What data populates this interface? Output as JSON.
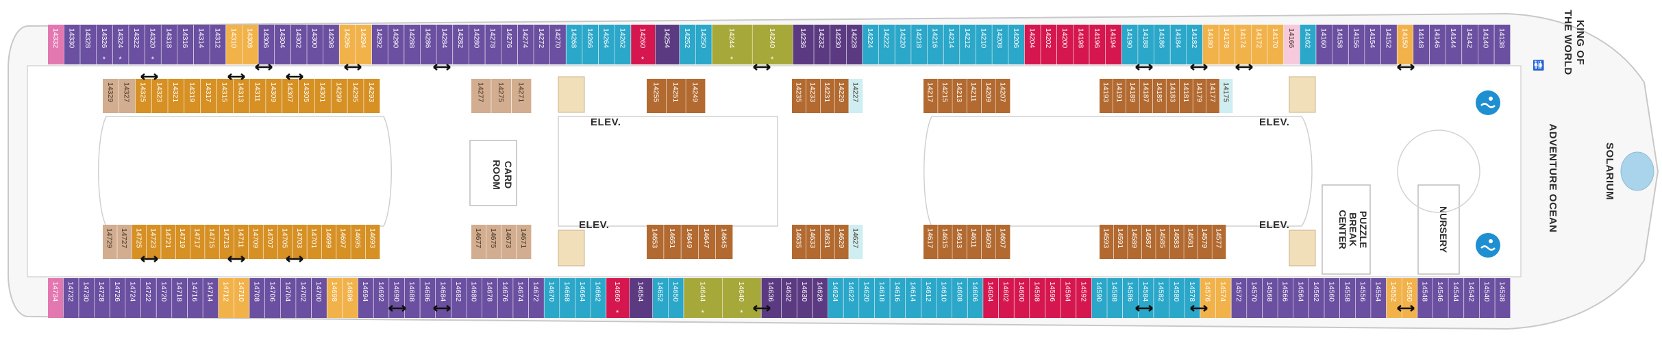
{
  "colors": {
    "purple": "#6b4fa0",
    "dark_purple": "#5b3a82",
    "teal": "#2aa7c9",
    "light_teal": "#cfeef2",
    "gold": "#f2b24a",
    "olive": "#a7a83a",
    "red": "#d6164e",
    "pink": "#e377b0",
    "light_pink": "#f7c9dc",
    "tan": "#d2ad8f",
    "orange": "#d69023",
    "brown": "#b26a30",
    "hull": "#f4f4f4",
    "outline": "#c8c8c8"
  },
  "labels": {
    "card_room": [
      "CARD",
      "ROOM"
    ],
    "elev": "ELEV.",
    "puzzle": [
      "PUZZLE",
      "BREAK",
      "CENTER"
    ],
    "nursery": "NURSERY",
    "adventure_ocean": "ADVENTURE OCEAN",
    "solarium": "SOLARIUM",
    "king_of_the_world": [
      "KING OF",
      "THE WORLD"
    ]
  },
  "legend_icons": {
    "star": "star-icon",
    "accessible": "wheelchair-icon",
    "connecting": "double-arrow-icon",
    "sofa": "sofa-bed-icon",
    "pool": "pool-icon",
    "hearing": "hearing-icon"
  },
  "rows": {
    "top_outer": [
      {
        "n": "14332",
        "c": "pink",
        "w": 1
      },
      {
        "n": "14330",
        "c": "purple"
      },
      {
        "n": "14328",
        "c": "purple"
      },
      {
        "n": "14326",
        "c": "purple",
        "s": true
      },
      {
        "n": "14324",
        "c": "purple",
        "s": true
      },
      {
        "n": "14322",
        "c": "purple"
      },
      {
        "n": "14320",
        "c": "purple",
        "s": true
      },
      {
        "n": "14318",
        "c": "purple"
      },
      {
        "n": "14316",
        "c": "purple"
      },
      {
        "n": "14314",
        "c": "purple"
      },
      {
        "n": "14312",
        "c": "purple"
      },
      {
        "n": "14310",
        "c": "gold"
      },
      {
        "n": "14308",
        "c": "gold"
      },
      {
        "n": "14306",
        "c": "purple"
      },
      {
        "n": "14304",
        "c": "purple"
      },
      {
        "n": "14302",
        "c": "purple"
      },
      {
        "n": "14300",
        "c": "purple"
      },
      {
        "n": "14298",
        "c": "purple"
      },
      {
        "n": "14296",
        "c": "gold"
      },
      {
        "n": "14294",
        "c": "gold"
      },
      {
        "n": "14292",
        "c": "purple"
      },
      {
        "n": "14290",
        "c": "purple"
      },
      {
        "n": "14288",
        "c": "purple"
      },
      {
        "n": "14286",
        "c": "purple"
      },
      {
        "n": "14284",
        "c": "purple"
      },
      {
        "n": "14282",
        "c": "purple"
      },
      {
        "n": "14280",
        "c": "purple"
      },
      {
        "n": "14278",
        "c": "purple"
      },
      {
        "n": "14276",
        "c": "purple"
      },
      {
        "n": "14274",
        "c": "purple"
      },
      {
        "n": "14272",
        "c": "purple"
      },
      {
        "n": "14270",
        "c": "purple"
      },
      {
        "n": "14268",
        "c": "teal"
      },
      {
        "n": "14266",
        "c": "teal"
      },
      {
        "n": "14264",
        "c": "teal"
      },
      {
        "n": "14262",
        "c": "teal"
      },
      {
        "n": "14260",
        "c": "red",
        "w": 1.5,
        "s": true
      },
      {
        "n": "14254",
        "c": "dark_purple",
        "w": 1.5
      },
      {
        "n": "14252",
        "c": "teal"
      },
      {
        "n": "14250",
        "c": "teal"
      },
      {
        "n": "14244",
        "c": "olive",
        "w": 2.5,
        "s": true
      },
      {
        "n": "14240",
        "c": "olive",
        "w": 2.5,
        "s": true
      },
      {
        "n": "14236",
        "c": "dark_purple",
        "w": 1.3
      },
      {
        "n": "14232",
        "c": "dark_purple"
      },
      {
        "n": "14230",
        "c": "dark_purple"
      },
      {
        "n": "14228",
        "c": "dark_purple"
      },
      {
        "n": "14224",
        "c": "teal"
      },
      {
        "n": "14222",
        "c": "teal"
      },
      {
        "n": "14220",
        "c": "teal"
      },
      {
        "n": "14218",
        "c": "teal"
      },
      {
        "n": "14216",
        "c": "teal"
      },
      {
        "n": "14214",
        "c": "teal"
      },
      {
        "n": "14212",
        "c": "teal"
      },
      {
        "n": "14210",
        "c": "teal"
      },
      {
        "n": "14208",
        "c": "teal"
      },
      {
        "n": "14206",
        "c": "teal"
      },
      {
        "n": "14204",
        "c": "red"
      },
      {
        "n": "14202",
        "c": "red"
      },
      {
        "n": "14200",
        "c": "red"
      },
      {
        "n": "14198",
        "c": "red"
      },
      {
        "n": "14196",
        "c": "red"
      },
      {
        "n": "14194",
        "c": "red"
      },
      {
        "n": "14190",
        "c": "teal"
      },
      {
        "n": "14188",
        "c": "teal"
      },
      {
        "n": "14186",
        "c": "teal"
      },
      {
        "n": "14184",
        "c": "teal"
      },
      {
        "n": "14182",
        "c": "teal"
      },
      {
        "n": "14180",
        "c": "gold"
      },
      {
        "n": "14178",
        "c": "gold"
      },
      {
        "n": "14174",
        "c": "gold"
      },
      {
        "n": "14172",
        "c": "gold"
      },
      {
        "n": "14170",
        "c": "gold"
      },
      {
        "n": "14166",
        "c": "light_pink"
      },
      {
        "n": "14162",
        "c": "teal"
      },
      {
        "n": "14160",
        "c": "purple"
      },
      {
        "n": "14158",
        "c": "purple"
      },
      {
        "n": "14156",
        "c": "purple"
      },
      {
        "n": "14154",
        "c": "purple"
      },
      {
        "n": "14152",
        "c": "purple"
      },
      {
        "n": "14150",
        "c": "gold"
      },
      {
        "n": "14148",
        "c": "purple"
      },
      {
        "n": "14146",
        "c": "purple"
      },
      {
        "n": "14144",
        "c": "purple"
      },
      {
        "n": "14142",
        "c": "purple"
      },
      {
        "n": "14140",
        "c": "purple"
      },
      {
        "n": "14138",
        "c": "purple"
      }
    ],
    "bottom_outer": [
      {
        "n": "14734",
        "c": "pink",
        "w": 1
      },
      {
        "n": "14732",
        "c": "purple"
      },
      {
        "n": "14730",
        "c": "purple"
      },
      {
        "n": "14728",
        "c": "purple"
      },
      {
        "n": "14726",
        "c": "purple"
      },
      {
        "n": "14724",
        "c": "purple"
      },
      {
        "n": "14722",
        "c": "purple"
      },
      {
        "n": "14720",
        "c": "purple"
      },
      {
        "n": "14718",
        "c": "purple"
      },
      {
        "n": "14716",
        "c": "purple"
      },
      {
        "n": "14714",
        "c": "purple"
      },
      {
        "n": "14712",
        "c": "gold"
      },
      {
        "n": "14710",
        "c": "gold"
      },
      {
        "n": "14708",
        "c": "purple"
      },
      {
        "n": "14706",
        "c": "purple"
      },
      {
        "n": "14704",
        "c": "purple"
      },
      {
        "n": "14702",
        "c": "purple"
      },
      {
        "n": "14700",
        "c": "purple"
      },
      {
        "n": "14698",
        "c": "gold"
      },
      {
        "n": "14696",
        "c": "gold"
      },
      {
        "n": "14694",
        "c": "purple"
      },
      {
        "n": "14692",
        "c": "purple"
      },
      {
        "n": "14690",
        "c": "purple"
      },
      {
        "n": "14688",
        "c": "purple"
      },
      {
        "n": "14686",
        "c": "purple"
      },
      {
        "n": "14684",
        "c": "purple"
      },
      {
        "n": "14682",
        "c": "purple"
      },
      {
        "n": "14680",
        "c": "purple"
      },
      {
        "n": "14678",
        "c": "purple"
      },
      {
        "n": "14676",
        "c": "purple"
      },
      {
        "n": "14674",
        "c": "purple"
      },
      {
        "n": "14672",
        "c": "purple"
      },
      {
        "n": "14670",
        "c": "teal"
      },
      {
        "n": "14668",
        "c": "teal"
      },
      {
        "n": "14664",
        "c": "teal"
      },
      {
        "n": "14662",
        "c": "teal"
      },
      {
        "n": "14660",
        "c": "red",
        "w": 1.5,
        "s": true
      },
      {
        "n": "14654",
        "c": "dark_purple",
        "w": 1.5
      },
      {
        "n": "14652",
        "c": "teal"
      },
      {
        "n": "14650",
        "c": "teal"
      },
      {
        "n": "14644",
        "c": "olive",
        "w": 2.5,
        "s": true
      },
      {
        "n": "14640",
        "c": "olive",
        "w": 2.5,
        "s": true
      },
      {
        "n": "14636",
        "c": "dark_purple",
        "w": 1.3
      },
      {
        "n": "14632",
        "c": "dark_purple"
      },
      {
        "n": "14630",
        "c": "dark_purple"
      },
      {
        "n": "14626",
        "c": "dark_purple"
      },
      {
        "n": "14624",
        "c": "teal"
      },
      {
        "n": "14622",
        "c": "teal"
      },
      {
        "n": "14620",
        "c": "teal"
      },
      {
        "n": "14618",
        "c": "teal"
      },
      {
        "n": "14616",
        "c": "teal"
      },
      {
        "n": "14614",
        "c": "teal"
      },
      {
        "n": "14612",
        "c": "teal"
      },
      {
        "n": "14610",
        "c": "teal"
      },
      {
        "n": "14608",
        "c": "teal"
      },
      {
        "n": "14606",
        "c": "teal"
      },
      {
        "n": "14604",
        "c": "red"
      },
      {
        "n": "14602",
        "c": "red"
      },
      {
        "n": "14600",
        "c": "red"
      },
      {
        "n": "14598",
        "c": "red"
      },
      {
        "n": "14596",
        "c": "red"
      },
      {
        "n": "14594",
        "c": "red"
      },
      {
        "n": "14592",
        "c": "red"
      },
      {
        "n": "14590",
        "c": "teal"
      },
      {
        "n": "14588",
        "c": "teal"
      },
      {
        "n": "14586",
        "c": "teal"
      },
      {
        "n": "14584",
        "c": "teal"
      },
      {
        "n": "14582",
        "c": "teal"
      },
      {
        "n": "14580",
        "c": "teal"
      },
      {
        "n": "14578",
        "c": "teal"
      },
      {
        "n": "14576",
        "c": "gold"
      },
      {
        "n": "14574",
        "c": "gold"
      },
      {
        "n": "14572",
        "c": "purple"
      },
      {
        "n": "14570",
        "c": "purple"
      },
      {
        "n": "14568",
        "c": "purple"
      },
      {
        "n": "14566",
        "c": "purple"
      },
      {
        "n": "14564",
        "c": "purple"
      },
      {
        "n": "14562",
        "c": "purple"
      },
      {
        "n": "14560",
        "c": "purple"
      },
      {
        "n": "14558",
        "c": "purple"
      },
      {
        "n": "14556",
        "c": "purple"
      },
      {
        "n": "14554",
        "c": "purple"
      },
      {
        "n": "14552",
        "c": "gold"
      },
      {
        "n": "14550",
        "c": "gold"
      },
      {
        "n": "14548",
        "c": "purple"
      },
      {
        "n": "14546",
        "c": "purple"
      },
      {
        "n": "14544",
        "c": "purple"
      },
      {
        "n": "14542",
        "c": "purple"
      },
      {
        "n": "14540",
        "c": "purple"
      },
      {
        "n": "14538",
        "c": "purple"
      }
    ],
    "top_inner_a": [
      {
        "n": "14329",
        "c": "tan"
      },
      {
        "n": "14327",
        "c": "tan"
      },
      {
        "n": "14325",
        "c": "orange"
      },
      {
        "n": "14323",
        "c": "orange"
      },
      {
        "n": "14321",
        "c": "orange"
      },
      {
        "n": "14319",
        "c": "orange"
      },
      {
        "n": "14317",
        "c": "orange"
      },
      {
        "n": "14315",
        "c": "orange"
      },
      {
        "n": "14313",
        "c": "orange"
      },
      {
        "n": "14311",
        "c": "orange"
      },
      {
        "n": "14309",
        "c": "orange"
      },
      {
        "n": "14307",
        "c": "orange"
      },
      {
        "n": "14305",
        "c": "orange"
      },
      {
        "n": "14301",
        "c": "orange"
      },
      {
        "n": "14299",
        "c": "orange"
      },
      {
        "n": "14295",
        "c": "orange"
      },
      {
        "n": "14293",
        "c": "orange"
      }
    ],
    "top_inner_b": [
      {
        "n": "14277",
        "c": "tan"
      },
      {
        "n": "14275",
        "c": "tan"
      },
      {
        "n": "14271",
        "c": "tan"
      }
    ],
    "top_inner_c": [
      {
        "n": "14255",
        "c": "brown"
      },
      {
        "n": "14251",
        "c": "brown"
      },
      {
        "n": "14249",
        "c": "brown"
      }
    ],
    "top_inner_d": [
      {
        "n": "14235",
        "c": "brown"
      },
      {
        "n": "14233",
        "c": "brown"
      },
      {
        "n": "14231",
        "c": "brown"
      },
      {
        "n": "14229",
        "c": "brown"
      },
      {
        "n": "14227",
        "c": "light_teal"
      }
    ],
    "top_inner_e": [
      {
        "n": "14217",
        "c": "brown"
      },
      {
        "n": "14215",
        "c": "brown"
      },
      {
        "n": "14213",
        "c": "brown"
      },
      {
        "n": "14211",
        "c": "brown"
      },
      {
        "n": "14209",
        "c": "brown"
      },
      {
        "n": "14207",
        "c": "brown"
      }
    ],
    "top_inner_f": [
      {
        "n": "14193",
        "c": "brown"
      },
      {
        "n": "14191",
        "c": "brown"
      },
      {
        "n": "14189",
        "c": "brown"
      },
      {
        "n": "14187",
        "c": "brown"
      },
      {
        "n": "14185",
        "c": "brown"
      },
      {
        "n": "14183",
        "c": "brown"
      },
      {
        "n": "14181",
        "c": "brown"
      },
      {
        "n": "14179",
        "c": "brown"
      },
      {
        "n": "14177",
        "c": "brown"
      },
      {
        "n": "14175",
        "c": "light_teal"
      }
    ],
    "bottom_inner_a": [
      {
        "n": "14729",
        "c": "tan"
      },
      {
        "n": "14727",
        "c": "tan"
      },
      {
        "n": "14725",
        "c": "orange"
      },
      {
        "n": "14723",
        "c": "orange"
      },
      {
        "n": "14721",
        "c": "orange"
      },
      {
        "n": "14719",
        "c": "orange"
      },
      {
        "n": "14717",
        "c": "orange"
      },
      {
        "n": "14715",
        "c": "orange"
      },
      {
        "n": "14713",
        "c": "orange"
      },
      {
        "n": "14711",
        "c": "orange"
      },
      {
        "n": "14709",
        "c": "orange"
      },
      {
        "n": "14707",
        "c": "orange"
      },
      {
        "n": "14705",
        "c": "orange"
      },
      {
        "n": "14703",
        "c": "orange"
      },
      {
        "n": "14701",
        "c": "orange"
      },
      {
        "n": "14699",
        "c": "orange"
      },
      {
        "n": "14697",
        "c": "orange"
      },
      {
        "n": "14695",
        "c": "orange"
      },
      {
        "n": "14693",
        "c": "orange"
      }
    ],
    "bottom_inner_b": [
      {
        "n": "14677",
        "c": "tan"
      },
      {
        "n": "14675",
        "c": "tan"
      },
      {
        "n": "14673",
        "c": "tan"
      },
      {
        "n": "14671",
        "c": "tan"
      }
    ],
    "bottom_inner_c": [
      {
        "n": "14653",
        "c": "brown"
      },
      {
        "n": "14651",
        "c": "brown"
      },
      {
        "n": "14649",
        "c": "brown"
      },
      {
        "n": "14647",
        "c": "brown"
      },
      {
        "n": "14645",
        "c": "brown"
      }
    ],
    "bottom_inner_d": [
      {
        "n": "14635",
        "c": "brown"
      },
      {
        "n": "14633",
        "c": "brown"
      },
      {
        "n": "14631",
        "c": "brown"
      },
      {
        "n": "14629",
        "c": "brown"
      },
      {
        "n": "14627",
        "c": "light_teal"
      }
    ],
    "bottom_inner_e": [
      {
        "n": "14617",
        "c": "brown"
      },
      {
        "n": "14615",
        "c": "brown"
      },
      {
        "n": "14613",
        "c": "brown"
      },
      {
        "n": "14611",
        "c": "brown"
      },
      {
        "n": "14609",
        "c": "brown"
      },
      {
        "n": "14607",
        "c": "brown"
      }
    ],
    "bottom_inner_f": [
      {
        "n": "14593",
        "c": "brown"
      },
      {
        "n": "14591",
        "c": "brown"
      },
      {
        "n": "14589",
        "c": "brown"
      },
      {
        "n": "14587",
        "c": "brown"
      },
      {
        "n": "14585",
        "c": "brown"
      },
      {
        "n": "14583",
        "c": "brown"
      },
      {
        "n": "14581",
        "c": "brown"
      },
      {
        "n": "14579",
        "c": "brown"
      },
      {
        "n": "14577",
        "c": "brown"
      }
    ]
  }
}
